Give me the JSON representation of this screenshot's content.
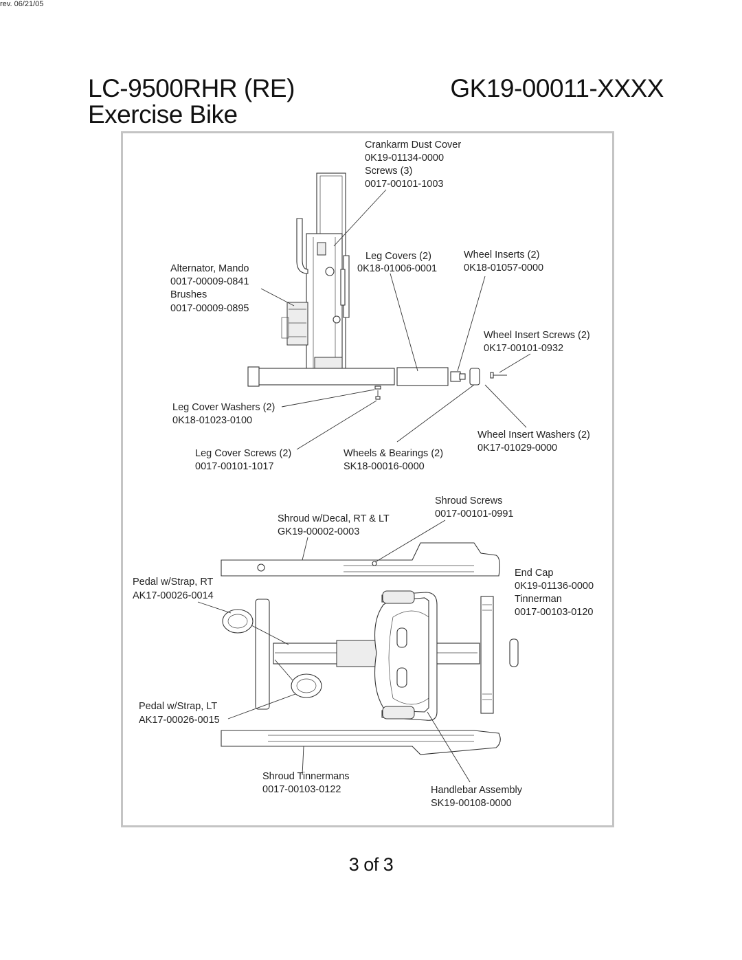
{
  "header": {
    "model": "LC-9500RHR (RE)",
    "subtitle": "Exercise Bike",
    "doc_number": "GK19-00011-XXXX"
  },
  "footer": {
    "page": "3 of 3",
    "revision": "rev. 06/21/05"
  },
  "callouts": {
    "crankarm": {
      "name": "Crankarm Dust Cover",
      "part": "0K19-01134-0000",
      "name2": "Screws (3)",
      "part2": "0017-00101-1003"
    },
    "alternator": {
      "name": "Alternator, Mando",
      "part": "0017-00009-0841",
      "name2": "Brushes",
      "part2": "0017-00009-0895"
    },
    "leg_covers": {
      "name": "Leg Covers (2)",
      "part": "0K18-01006-0001"
    },
    "wheel_inserts": {
      "name": "Wheel Inserts (2)",
      "part": "0K18-01057-0000"
    },
    "wheel_insert_screws": {
      "name": "Wheel Insert Screws (2)",
      "part": "0K17-00101-0932"
    },
    "leg_cover_washers": {
      "name": "Leg Cover Washers (2)",
      "part": "0K18-01023-0100"
    },
    "wheel_insert_washers": {
      "name": "Wheel Insert Washers (2)",
      "part": "0K17-01029-0000"
    },
    "leg_cover_screws": {
      "name": "Leg Cover Screws (2)",
      "part": "0017-00101-1017"
    },
    "wheels_bearings": {
      "name": "Wheels & Bearings (2)",
      "part": "SK18-00016-0000"
    },
    "shroud_screws": {
      "name": "Shroud Screws",
      "part": "0017-00101-0991"
    },
    "shroud": {
      "name": "Shroud w/Decal, RT & LT",
      "part": "GK19-00002-0003"
    },
    "end_cap": {
      "name": "End Cap",
      "part": "0K19-01136-0000",
      "name2": "Tinnerman",
      "part2": "0017-00103-0120"
    },
    "pedal_rt": {
      "name": "Pedal w/Strap, RT",
      "part": "AK17-00026-0014"
    },
    "pedal_lt": {
      "name": "Pedal w/Strap, LT",
      "part": "AK17-00026-0015"
    },
    "shroud_tinnermans": {
      "name": "Shroud Tinnermans",
      "part": "0017-00103-0122"
    },
    "handlebar": {
      "name": "Handlebar Assembly",
      "part": "SK19-00108-0000"
    }
  }
}
